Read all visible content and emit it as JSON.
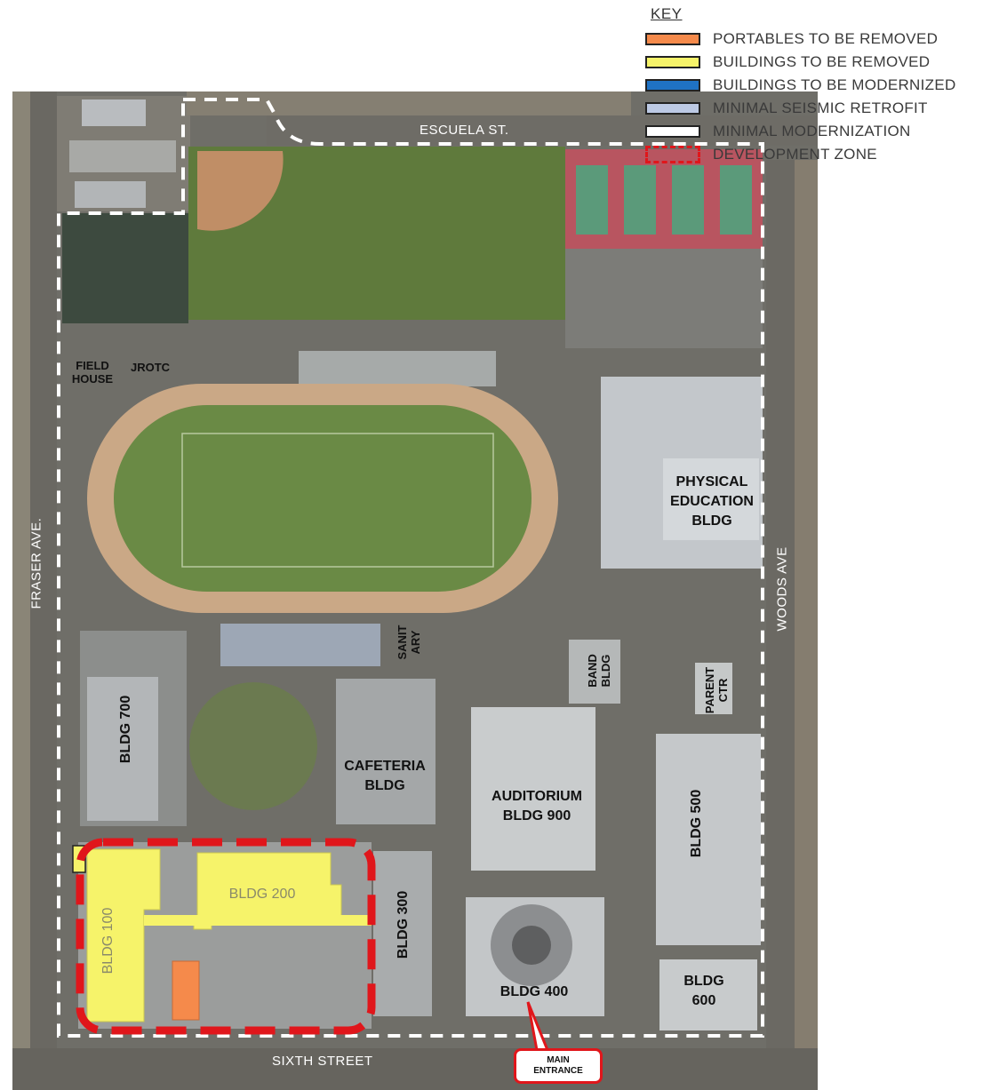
{
  "key": {
    "title": "KEY",
    "items": [
      {
        "label": "PORTABLES TO BE REMOVED",
        "color": "#f58a4b"
      },
      {
        "label": "BUILDINGS TO BE REMOVED",
        "color": "#f6f36a"
      },
      {
        "label": "BUILDINGS TO BE MODERNIZED",
        "color": "#1f72c4"
      },
      {
        "label": "MINIMAL SEISMIC RETROFIT",
        "color": "#bcc9e4"
      },
      {
        "label": "MINIMAL MODERNIZATION",
        "color": "#ffffff"
      },
      {
        "label": "DEVELOPMENT ZONE",
        "color": "#e0161b"
      }
    ]
  },
  "streets": {
    "escuela": "ESCUELA ST.",
    "fraser": "FRASER AVE.",
    "woods": "WOODS AVE",
    "sixth": "SIXTH STREET"
  },
  "buildings": {
    "field_house": "FIELD\nHOUSE",
    "jrotc": "JROTC",
    "pe": "PHYSICAL\nEDUCATION\nBLDG",
    "sanitary": "SANIT\nARY",
    "band": "BAND\nBLDG",
    "parent": "PARENT\nCTR",
    "bldg700": "BLDG 700",
    "cafeteria": "CAFETERIA\nBLDG",
    "auditorium": "AUDITORIUM\nBLDG 900",
    "bldg500": "BLDG 500",
    "bldg200": "BLDG 200",
    "bldg100": "BLDG 100",
    "bldg300": "BLDG 300",
    "bldg400": "BLDG 400",
    "bldg600": "BLDG\n600"
  },
  "callout": "MAIN\nENTRANCE"
}
